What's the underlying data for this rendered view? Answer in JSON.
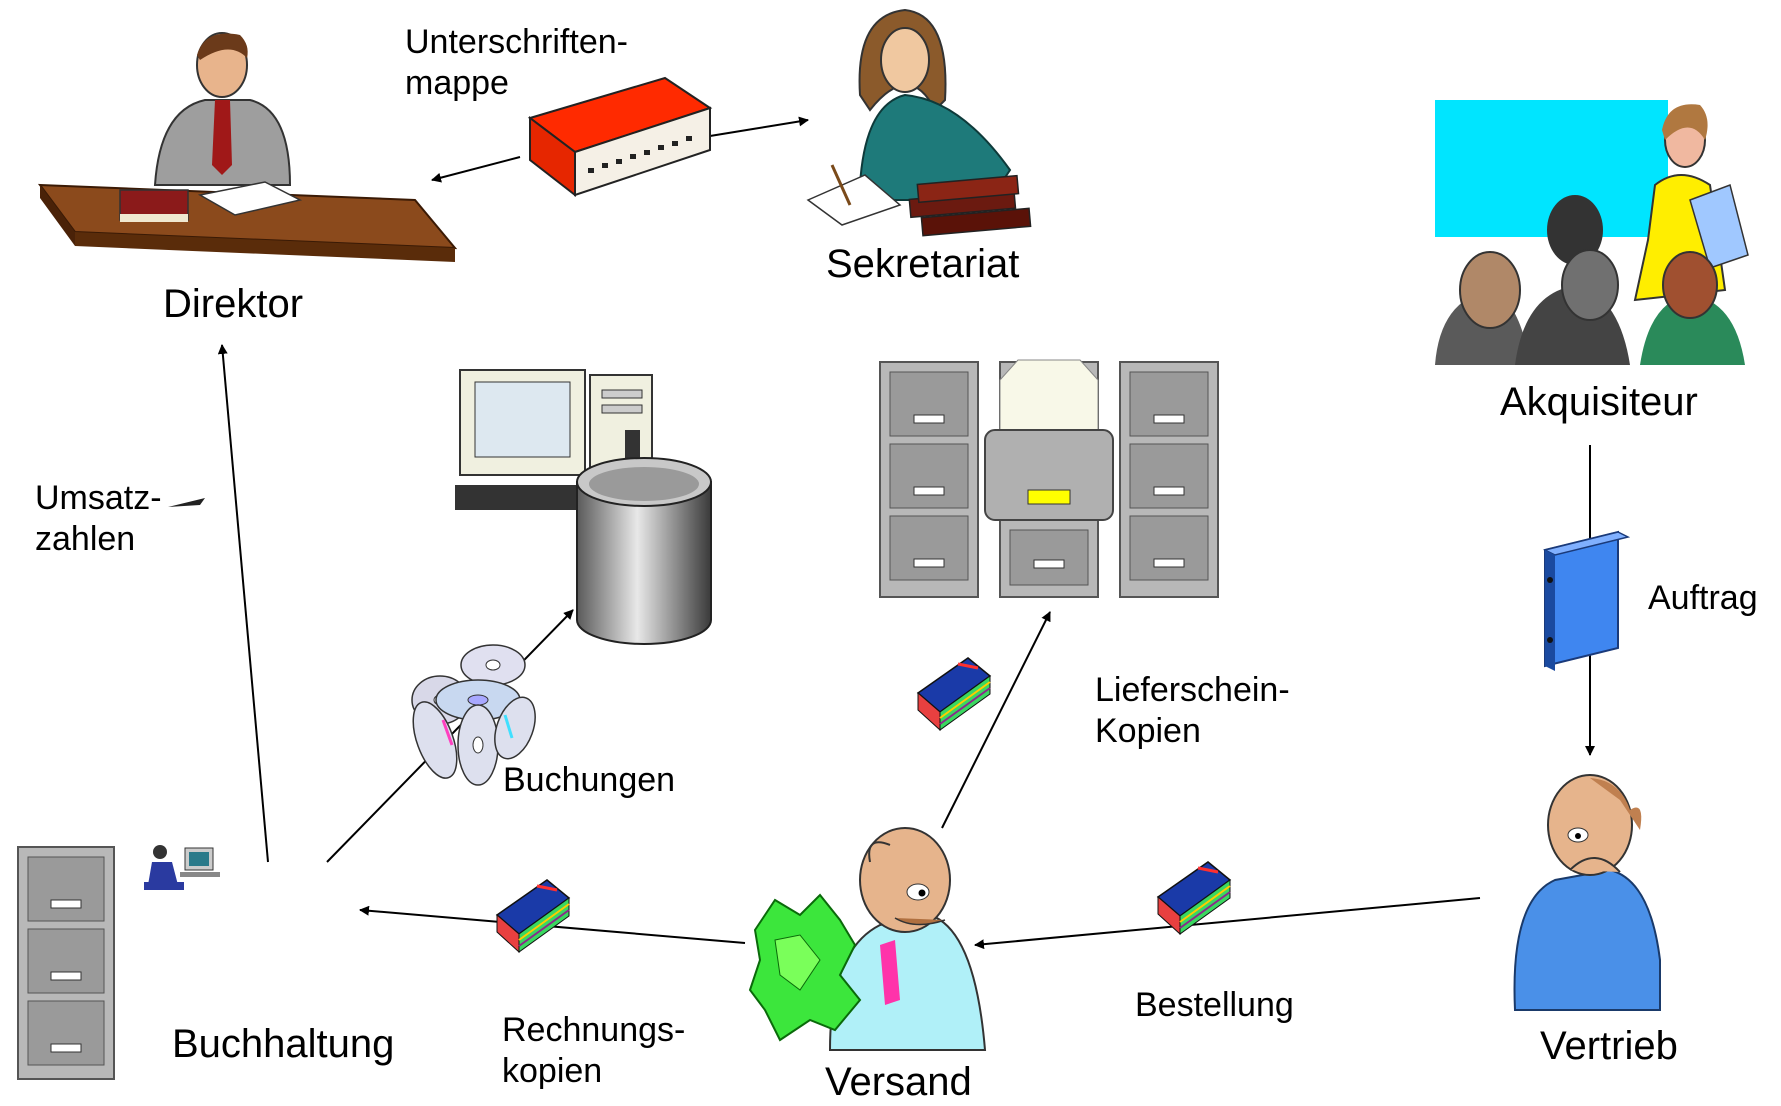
{
  "nodes": {
    "direktor": "Direktor",
    "sekretariat": "Sekretariat",
    "akquisiteur": "Akquisiteur",
    "vertrieb": "Vertrieb",
    "versand": "Versand",
    "buchhaltung": "Buchhaltung"
  },
  "flows": {
    "unterschriftenmappe": "Unterschriften-\nmappe",
    "umsatzzahlen": "Umsatz-\nzahlen",
    "auftrag": "Auftrag",
    "lieferschein": "Lieferschein-\nKopien",
    "bestellung": "Bestellung",
    "rechnungskopien": "Rechnungs-\nkopien",
    "buchungen": "Buchungen"
  },
  "colors": {
    "book_red": "#ff2a00",
    "presentation_screen": "#00e5ff",
    "binder_blue": "#3f86f0",
    "cabinet_gray": "#b8b8b8",
    "money_green": "#3ce63c"
  },
  "icons": [
    "director-at-desk-icon",
    "secretary-icon",
    "signature-folder-icon",
    "presentation-audience-icon",
    "binder-icon",
    "thinking-man-icon",
    "versand-man-icon",
    "file-cabinet-icon",
    "computer-icon",
    "database-cylinder-icon",
    "cd-stack-icon",
    "blue-book-icon",
    "small-workstation-icon"
  ]
}
